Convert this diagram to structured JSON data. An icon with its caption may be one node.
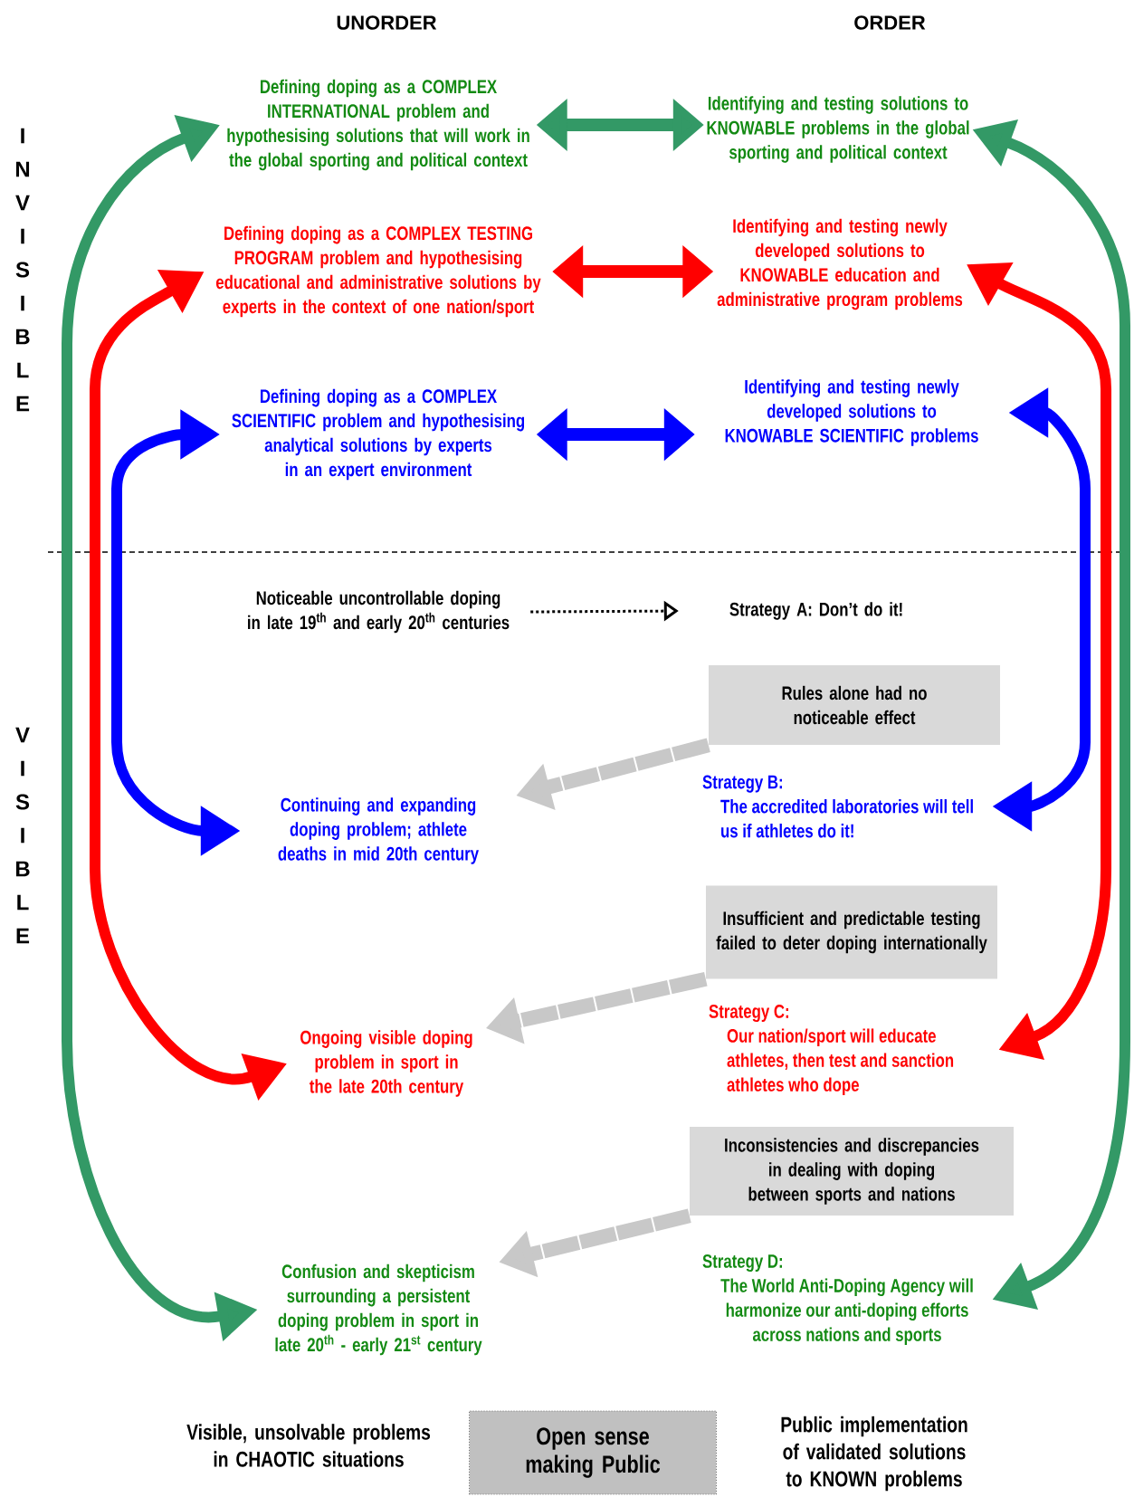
{
  "diagram": {
    "nodes": [
      {
        "text": [
          "Defining doping as a COMPLEX INTERNATIONAL problem and hypothesising solutions that will work in the global sporting and political context"
        ]
      },
      {
        "text": [
          "Identifying and testing solutions to KNOWABLE problems in the global sporting and political context"
        ]
      },
      {
        "text": [
          "Defining doping as a COMPLEX TESTING PROGRAM problem and hypothesising educational and administrative solutions by experts in the context of one nation/sport"
        ]
      },
      {
        "text": [
          "Identifying and testing newly developed solutions to KNOWABLE education and administrative program problems"
        ]
      },
      {
        "text": [
          "Defining doping as a COMPLEX SCIENTIFIC problem and hypothesising analytical solutions by experts in an expert environment"
        ]
      },
      {
        "text": [
          "Identifying and testing newly developed solutions to KNOWABLE SCIENTIFIC problems"
        ]
      },
      {
        "text": [
          "Noticeable uncontrollable doping in late 19$^{th}$ and early 20$^{th}$ centuries"
        ]
      },
      {
        "text": [
          "Strategy A: Don’t do it!"
        ]
      },
      {
        "text": [
          "Rules alone had no noticeable effect"
        ]
      },
      {
        "text": [
          "Continuing and expanding doping problem; athlete deaths in mid 20th century"
        ]
      },
      {
        "text": [
          "Strategy B:",
          "The accredited laboratories will tell us if athletes do it!"
        ]
      },
      {
        "text": [
          "Insufficient and predictable testing failed to deter doping internationally"
        ]
      },
      {
        "text": [
          "Ongoing visible doping problem in sport in the late 20th century"
        ]
      },
      {
        "text": [
          "Strategy C:",
          "Our nation/sport will educate athletes, then test and sanction athletes who dope"
        ]
      },
      {
        "text": [
          "Inconsistencies and discrepancies in dealing with doping between sports and nations"
        ]
      },
      {
        "text": [
          "Confusion and skepticism surrounding a persistent doping problem in sport in late 20$^{th}$ - early 21$^{st}$ century"
        ]
      },
      {
        "text": [
          "Strategy D:",
          "The World Anti-Doping Agency will harmonize our anti-doping efforts across nations and sports"
        ]
      },
      {
        "text": [
          "Open sense making Public"
        ]
      }
    ],
    "edges": [
      {
        "from": 0,
        "to": 1,
        "arrow": "both",
        "color": "#339966"
      },
      {
        "from": 2,
        "to": 3,
        "arrow": "both",
        "color": "#ff0000"
      },
      {
        "from": 4,
        "to": 5,
        "arrow": "both",
        "color": "#0000ff"
      },
      {
        "from": 15,
        "to": 0,
        "arrow": "both",
        "color": "#339966"
      },
      {
        "from": 12,
        "to": 2,
        "arrow": "both",
        "color": "#ff0000"
      },
      {
        "from": 9,
        "to": 4,
        "arrow": "both",
        "color": "#0000ff"
      },
      {
        "from": 16,
        "to": 1,
        "arrow": "both",
        "color": "#339966"
      },
      {
        "from": 13,
        "to": 3,
        "arrow": "both",
        "color": "#ff0000"
      },
      {
        "from": 10,
        "to": 5,
        "arrow": "both",
        "color": "#0000ff"
      },
      {
        "from": 6,
        "to": 7,
        "arrow": "to",
        "style": "dashed",
        "color": "#000000"
      },
      {
        "from": 8,
        "to": 9,
        "arrow": "to",
        "style": "dashed",
        "color": "#c8c8c8"
      },
      {
        "from": 11,
        "to": 12,
        "arrow": "to",
        "style": "dashed",
        "color": "#c8c8c8"
      },
      {
        "from": 14,
        "to": 15,
        "arrow": "to",
        "style": "dashed",
        "color": "#c8c8c8"
      }
    ],
    "labels": [
      "UNORDER",
      "ORDER",
      "INVISIBLE",
      "VISIBLE",
      "Visible, unsolvable problems in CHAOTIC situations",
      "Public implementation of validated solutions to KNOWN problems"
    ]
  }
}
